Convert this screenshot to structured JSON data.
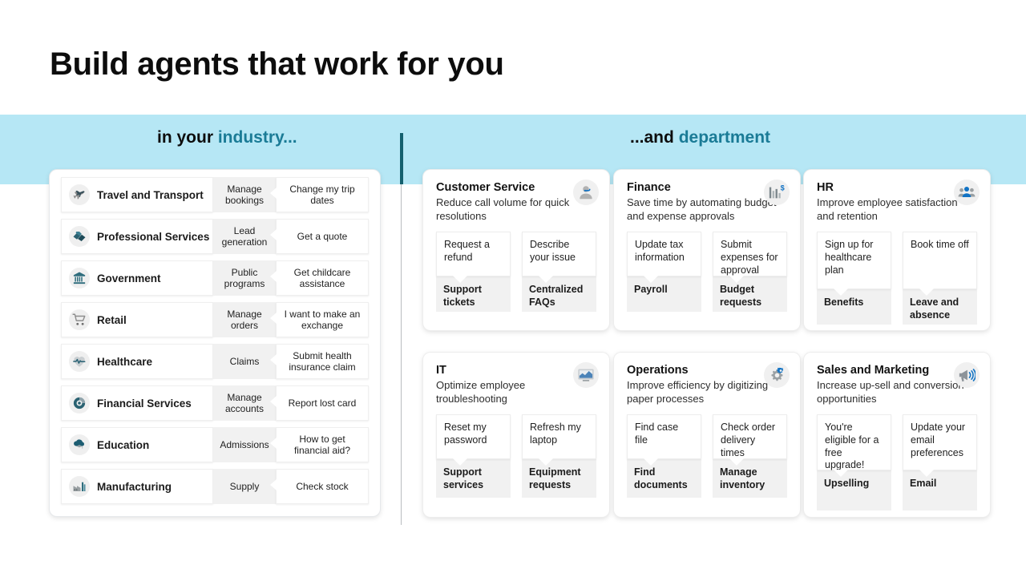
{
  "title": "Build agents that work for you",
  "band": {
    "left_prefix": "in your ",
    "left_accent": "industry...",
    "right_prefix": "...and ",
    "right_accent": "department",
    "background_color": "#b6e7f5",
    "accent_color": "#1a7b96"
  },
  "industries": [
    {
      "icon": "airplane-icon",
      "name": "Travel and Transport",
      "topic": "Manage bookings",
      "question": "Change my trip dates"
    },
    {
      "icon": "handshake-icon",
      "name": "Professional Services",
      "topic": "Lead generation",
      "question": "Get a quote"
    },
    {
      "icon": "bank-icon",
      "name": "Government",
      "topic": "Public programs",
      "question": "Get childcare assistance"
    },
    {
      "icon": "cart-icon",
      "name": "Retail",
      "topic": "Manage orders",
      "question": "I want to make an exchange"
    },
    {
      "icon": "heartbeat-icon",
      "name": "Healthcare",
      "topic": "Claims",
      "question": "Submit health insurance claim"
    },
    {
      "icon": "finance-icon",
      "name": "Financial Services",
      "topic": "Manage accounts",
      "question": "Report lost card"
    },
    {
      "icon": "graduation-cloud-icon",
      "name": "Education",
      "topic": "Admissions",
      "question": "How to get financial aid?"
    },
    {
      "icon": "factory-icon",
      "name": "Manufacturing",
      "topic": "Supply",
      "question": "Check stock"
    }
  ],
  "departments": [
    {
      "name": "Customer Service",
      "subtitle": "Reduce call volume for quick resolutions",
      "icon": "headset-agent-icon",
      "tiles": [
        {
          "question": "Request a refund",
          "topic": "Support tickets"
        },
        {
          "question": "Describe your issue",
          "topic": "Centralized FAQs"
        }
      ]
    },
    {
      "name": "Finance",
      "subtitle": "Save time by automating budget and expense approvals",
      "icon": "bar-chart-dollar-icon",
      "tiles": [
        {
          "question": "Update tax information",
          "topic": "Payroll"
        },
        {
          "question": "Submit expenses for approval",
          "topic": "Budget requests"
        }
      ]
    },
    {
      "name": "HR",
      "subtitle": "Improve employee satisfaction and retention",
      "icon": "people-group-icon",
      "tiles": [
        {
          "question": "Sign up for healthcare plan",
          "topic": "Benefits"
        },
        {
          "question": "Book time off",
          "topic": "Leave and absence"
        }
      ]
    },
    {
      "name": "IT",
      "subtitle": "Optimize employee troubleshooting",
      "icon": "monitor-chart-icon",
      "tiles": [
        {
          "question": "Reset my password",
          "topic": "Support services"
        },
        {
          "question": "Refresh my laptop",
          "topic": "Equipment requests"
        }
      ]
    },
    {
      "name": "Operations",
      "subtitle": "Improve efficiency by digitizing paper processes",
      "icon": "gears-icon",
      "tiles": [
        {
          "question": "Find case file",
          "topic": "Find documents"
        },
        {
          "question": "Check order delivery times",
          "topic": "Manage inventory"
        }
      ]
    },
    {
      "name": "Sales and Marketing",
      "subtitle": "Increase up-sell and conversion opportunities",
      "icon": "megaphone-icon",
      "tiles": [
        {
          "question": "You're eligible for a free upgrade!",
          "topic": "Upselling"
        },
        {
          "question": "Update your email preferences",
          "topic": "Email"
        }
      ]
    }
  ]
}
